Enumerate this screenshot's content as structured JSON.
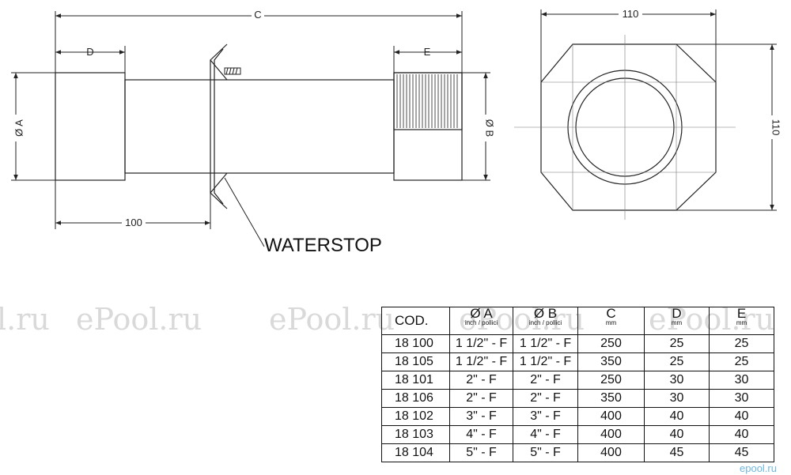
{
  "dimensions": {
    "c": "C",
    "d": "D",
    "e": "E",
    "dia_a": "Ø A",
    "dia_b": "Ø B",
    "length_100": "100",
    "width_110": "110",
    "height_110": "110"
  },
  "callout": "WATERSTOP",
  "watermark": {
    "site_fragment": "l.ru",
    "site": "ePool.ru",
    "corner": "epool.ru"
  },
  "table": {
    "headers": [
      {
        "label": "COD.",
        "sub": ""
      },
      {
        "label": "Ø A",
        "sub": "inch / pollici"
      },
      {
        "label": "Ø B",
        "sub": "inch / pollici"
      },
      {
        "label": "C",
        "sub": "mm"
      },
      {
        "label": "D",
        "sub": "mm"
      },
      {
        "label": "E",
        "sub": "mm"
      }
    ],
    "rows": [
      [
        "18 100",
        "1 1/2\" - F",
        "1 1/2\" - F",
        "250",
        "25",
        "25"
      ],
      [
        "18 105",
        "1 1/2\" - F",
        "1 1/2\" - F",
        "350",
        "25",
        "25"
      ],
      [
        "18 101",
        "2\" - F",
        "2\" - F",
        "250",
        "30",
        "30"
      ],
      [
        "18 106",
        "2\" - F",
        "2\" - F",
        "350",
        "30",
        "30"
      ],
      [
        "18 102",
        "3\" - F",
        "3\" - F",
        "400",
        "40",
        "40"
      ],
      [
        "18 103",
        "4\" - F",
        "4\" - F",
        "400",
        "40",
        "40"
      ],
      [
        "18 104",
        "5\" - F",
        "5\" - F",
        "400",
        "45",
        "45"
      ]
    ]
  }
}
